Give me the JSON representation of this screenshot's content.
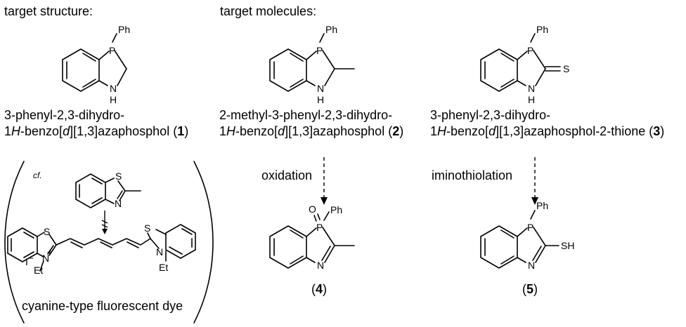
{
  "headers": {
    "left": "target structure:",
    "middle": "target molecules:"
  },
  "compounds": {
    "c1": {
      "name_line1": "3-phenyl-2,3-dihydro-",
      "name_line2": [
        "1",
        "H",
        "-benzo[",
        "d",
        "][1,3]azaphosphol (",
        "1",
        ")"
      ]
    },
    "c2": {
      "name_line1": "2-methyl-3-phenyl-2,3-dihydro-",
      "name_line2": [
        "1",
        "H",
        "-benzo[",
        "d",
        "][1,3]azaphosphol (",
        "2",
        ")"
      ]
    },
    "c3": {
      "name_line1": "3-phenyl-2,3-dihydro-",
      "name_line2": [
        "1",
        "H",
        "-benzo[",
        "d",
        "][1,3]azaphosphol-2-thione (",
        "3",
        ")"
      ]
    },
    "c4": {
      "label": [
        "(",
        "4",
        ")"
      ]
    },
    "c5": {
      "label": [
        "(",
        "5",
        ")"
      ]
    }
  },
  "reactions": {
    "oxidation": "oxidation",
    "iminothiolation": "iminothiolation"
  },
  "atoms": {
    "P": "P",
    "N": "N",
    "H": "H",
    "Ph": "Ph",
    "S": "S",
    "O": "O",
    "SH": "SH",
    "Et": "Et",
    "I": "I",
    "minus": "−",
    "plus": "+"
  },
  "cf_box": {
    "cf": "cf.",
    "caption": "cyanine-type fluorescent dye"
  }
}
